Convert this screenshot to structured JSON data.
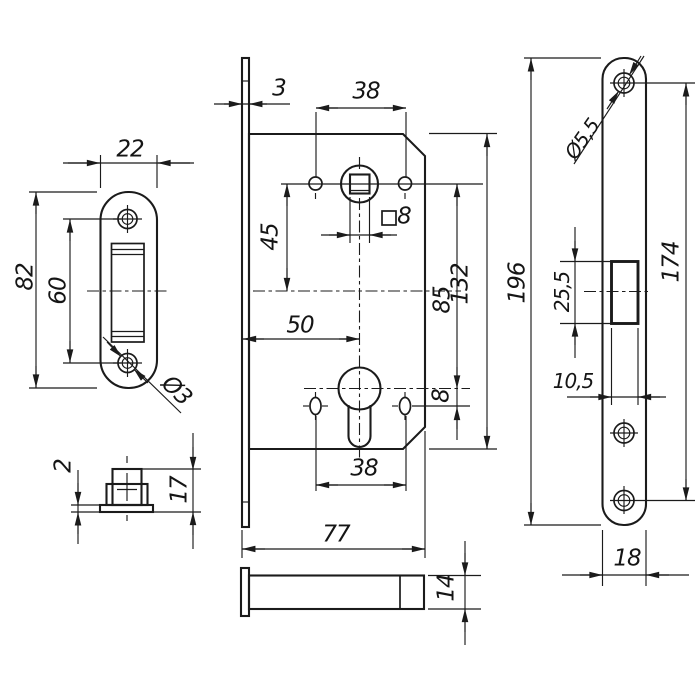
{
  "dims": {
    "strike_width": "22",
    "strike_height": "82",
    "strike_hole_spacing": "60",
    "strike_hole_dia": "Ø3",
    "box_flange_thickness": "2",
    "box_depth": "17",
    "faceplate_thickness": "3",
    "top_hole_spacing": "38",
    "hub_to_centerline": "45",
    "square_hub_size": "8",
    "backset": "50",
    "hub_to_cylinder": "85",
    "case_height": "132",
    "cylinder_hole_offset": "8",
    "bottom_hole_spacing": "38",
    "case_width": "77",
    "latch_thickness": "14",
    "screw_hole_dia": "Ø5,5",
    "plate_height": "196",
    "screw_hole_spacing": "174",
    "latch_opening_height": "25,5",
    "latch_opening_width": "10,5",
    "plate_width": "18"
  }
}
